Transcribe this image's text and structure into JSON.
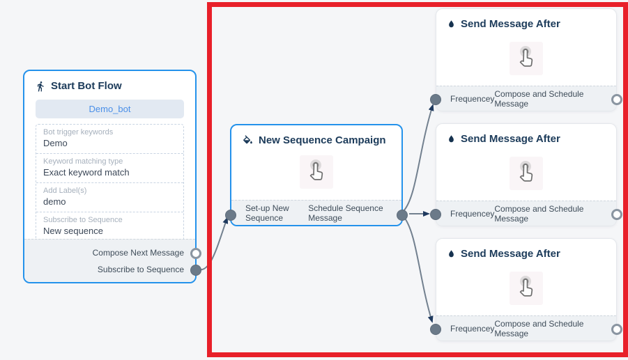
{
  "colors": {
    "canvas_bg": "#f5f6f8",
    "highlight_red": "#e8202a",
    "node_border_blue": "#2492eb",
    "node_border_gray": "#e4e7eb",
    "header_text": "#1c3b5a",
    "footer_bg": "#eef1f4",
    "footer_text": "#3e4c59",
    "field_label": "#a6b0bc",
    "field_value": "#3c4858",
    "bot_button_bg": "#e2e9f2",
    "bot_button_text": "#4a8fe8",
    "edge": "#72808f",
    "arrow": "#1f3a5f",
    "port_filled": "#6b7a89"
  },
  "icons": {
    "start": "walking-person-icon",
    "campaign": "paint-bucket-icon",
    "send": "water-drop-icon",
    "center": "tap-hand-icon"
  },
  "start_node": {
    "title": "Start Bot Flow",
    "bot_name": "Demo_bot",
    "fields": [
      {
        "label": "Bot trigger keywords",
        "value": "Demo"
      },
      {
        "label": "Keyword matching type",
        "value": "Exact keyword match"
      },
      {
        "label": "Add Label(s)",
        "value": "demo"
      },
      {
        "label": "Subscribe to Sequence",
        "value": "New sequence"
      }
    ],
    "outputs": [
      {
        "label": "Compose Next Message"
      },
      {
        "label": "Subscribe to Sequence"
      }
    ]
  },
  "campaign_node": {
    "title": "New Sequence Campaign",
    "input_label": "Set-up New Sequence",
    "output_label": "Schedule Sequence Message"
  },
  "send_nodes": [
    {
      "title": "Send Message After",
      "input_label": "Frequencey",
      "output_label": "Compose and Schedule Message"
    },
    {
      "title": "Send Message After",
      "input_label": "Frequencey",
      "output_label": "Compose and Schedule Message"
    },
    {
      "title": "Send Message After",
      "input_label": "Frequencey",
      "output_label": "Compose and Schedule Message"
    }
  ]
}
